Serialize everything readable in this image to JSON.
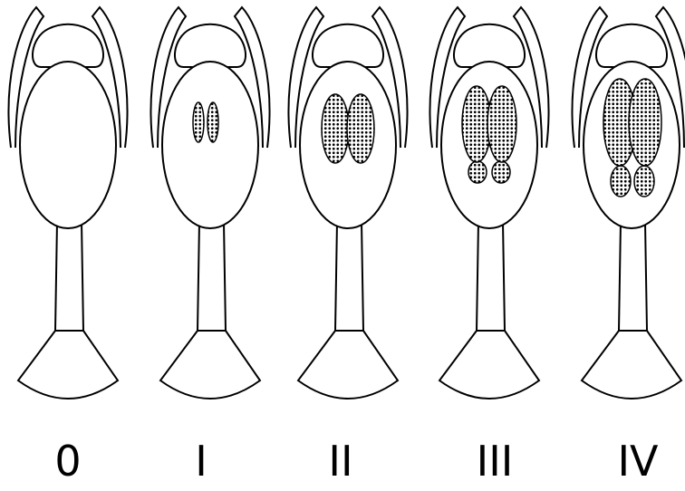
{
  "stages": [
    {
      "label": "0",
      "spots": "none"
    },
    {
      "label": "I",
      "spots": "small-pair"
    },
    {
      "label": "II",
      "spots": "large-pair"
    },
    {
      "label": "III",
      "spots": "large-pair-plus-small-lower-pair"
    },
    {
      "label": "IV",
      "spots": "large-pair-plus-lower-pair"
    }
  ],
  "colors": {
    "outline": "#000000",
    "fill": "#ffffff",
    "stipple": "#000000"
  }
}
